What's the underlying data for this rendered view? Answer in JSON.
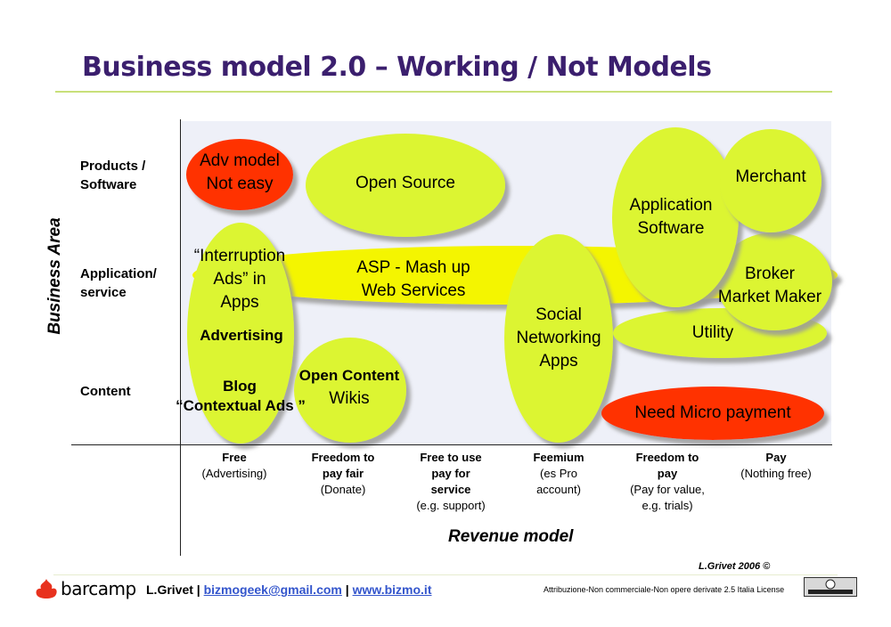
{
  "title": "Business model 2.0 – Working / Not Models",
  "y_axis_label": "Business Area",
  "x_axis_label": "Revenue model",
  "rows": [
    {
      "line1": "Products /",
      "line2": "Software"
    },
    {
      "line1": "Application/",
      "line2": "service"
    },
    {
      "line1": "Content",
      "line2": ""
    }
  ],
  "columns": [
    {
      "bold1": "Free",
      "bold2": "",
      "bold3": "",
      "normal1": "(Advertising)",
      "normal2": ""
    },
    {
      "bold1": "Freedom to",
      "bold2": "pay fair",
      "bold3": "",
      "normal1": "(Donate)",
      "normal2": ""
    },
    {
      "bold1": "Free to use",
      "bold2": "pay for",
      "bold3": "service",
      "normal1": "(e.g. support)",
      "normal2": ""
    },
    {
      "bold1": "Feemium",
      "bold2": "",
      "bold3": "",
      "normal1": "(es Pro",
      "normal2": "account)"
    },
    {
      "bold1": "Freedom to",
      "bold2": "pay",
      "bold3": "",
      "normal1": "(Pay for value,",
      "normal2": "e.g. trials)"
    },
    {
      "bold1": "Pay",
      "bold2": "",
      "bold3": "",
      "normal1": "(Nothing free)",
      "normal2": ""
    }
  ],
  "ovals": {
    "adv_model": {
      "line1": "Adv model",
      "line2": "Not easy"
    },
    "open_source": {
      "label": "Open Source"
    },
    "asp": {
      "line1": "ASP -  Mash up",
      "line2": "Web Services"
    },
    "interruption": {
      "line1": "“Interruption",
      "line2": "Ads” in",
      "line3": "Apps"
    },
    "advertising": {
      "label": "Advertising"
    },
    "blog": {
      "label": "Blog"
    },
    "contextual_ads": {
      "label": "“Contextual Ads ”"
    },
    "open_content": {
      "line1": "Open Content",
      "line2": "Wikis"
    },
    "social": {
      "line1": "Social",
      "line2": "Networking",
      "line3": "Apps"
    },
    "application_software": {
      "line1": "Application",
      "line2": "Software"
    },
    "merchant": {
      "label": "Merchant"
    },
    "broker": {
      "line1": "Broker",
      "line2": "Market Maker"
    },
    "utility": {
      "label": "Utility"
    },
    "micro_payment": {
      "label": "Need Micro payment"
    }
  },
  "colors": {
    "green_oval": "#dcf531",
    "red_oval": "#ff3300",
    "yellow_band": "#f4f500",
    "title": "#3b1f6e",
    "link": "#3355cc",
    "brand_red": "#e8321e"
  },
  "credit": "L.Grivet 2006 ©",
  "footer": {
    "brand": "barcamp",
    "author": "L.Grivet |",
    "email": "bizmogeek@gmail.com",
    "separator": "|",
    "website": "www.bizmo.it",
    "license": "Attribuzione-Non commerciale-Non opere derivate 2.5 Italia License"
  }
}
